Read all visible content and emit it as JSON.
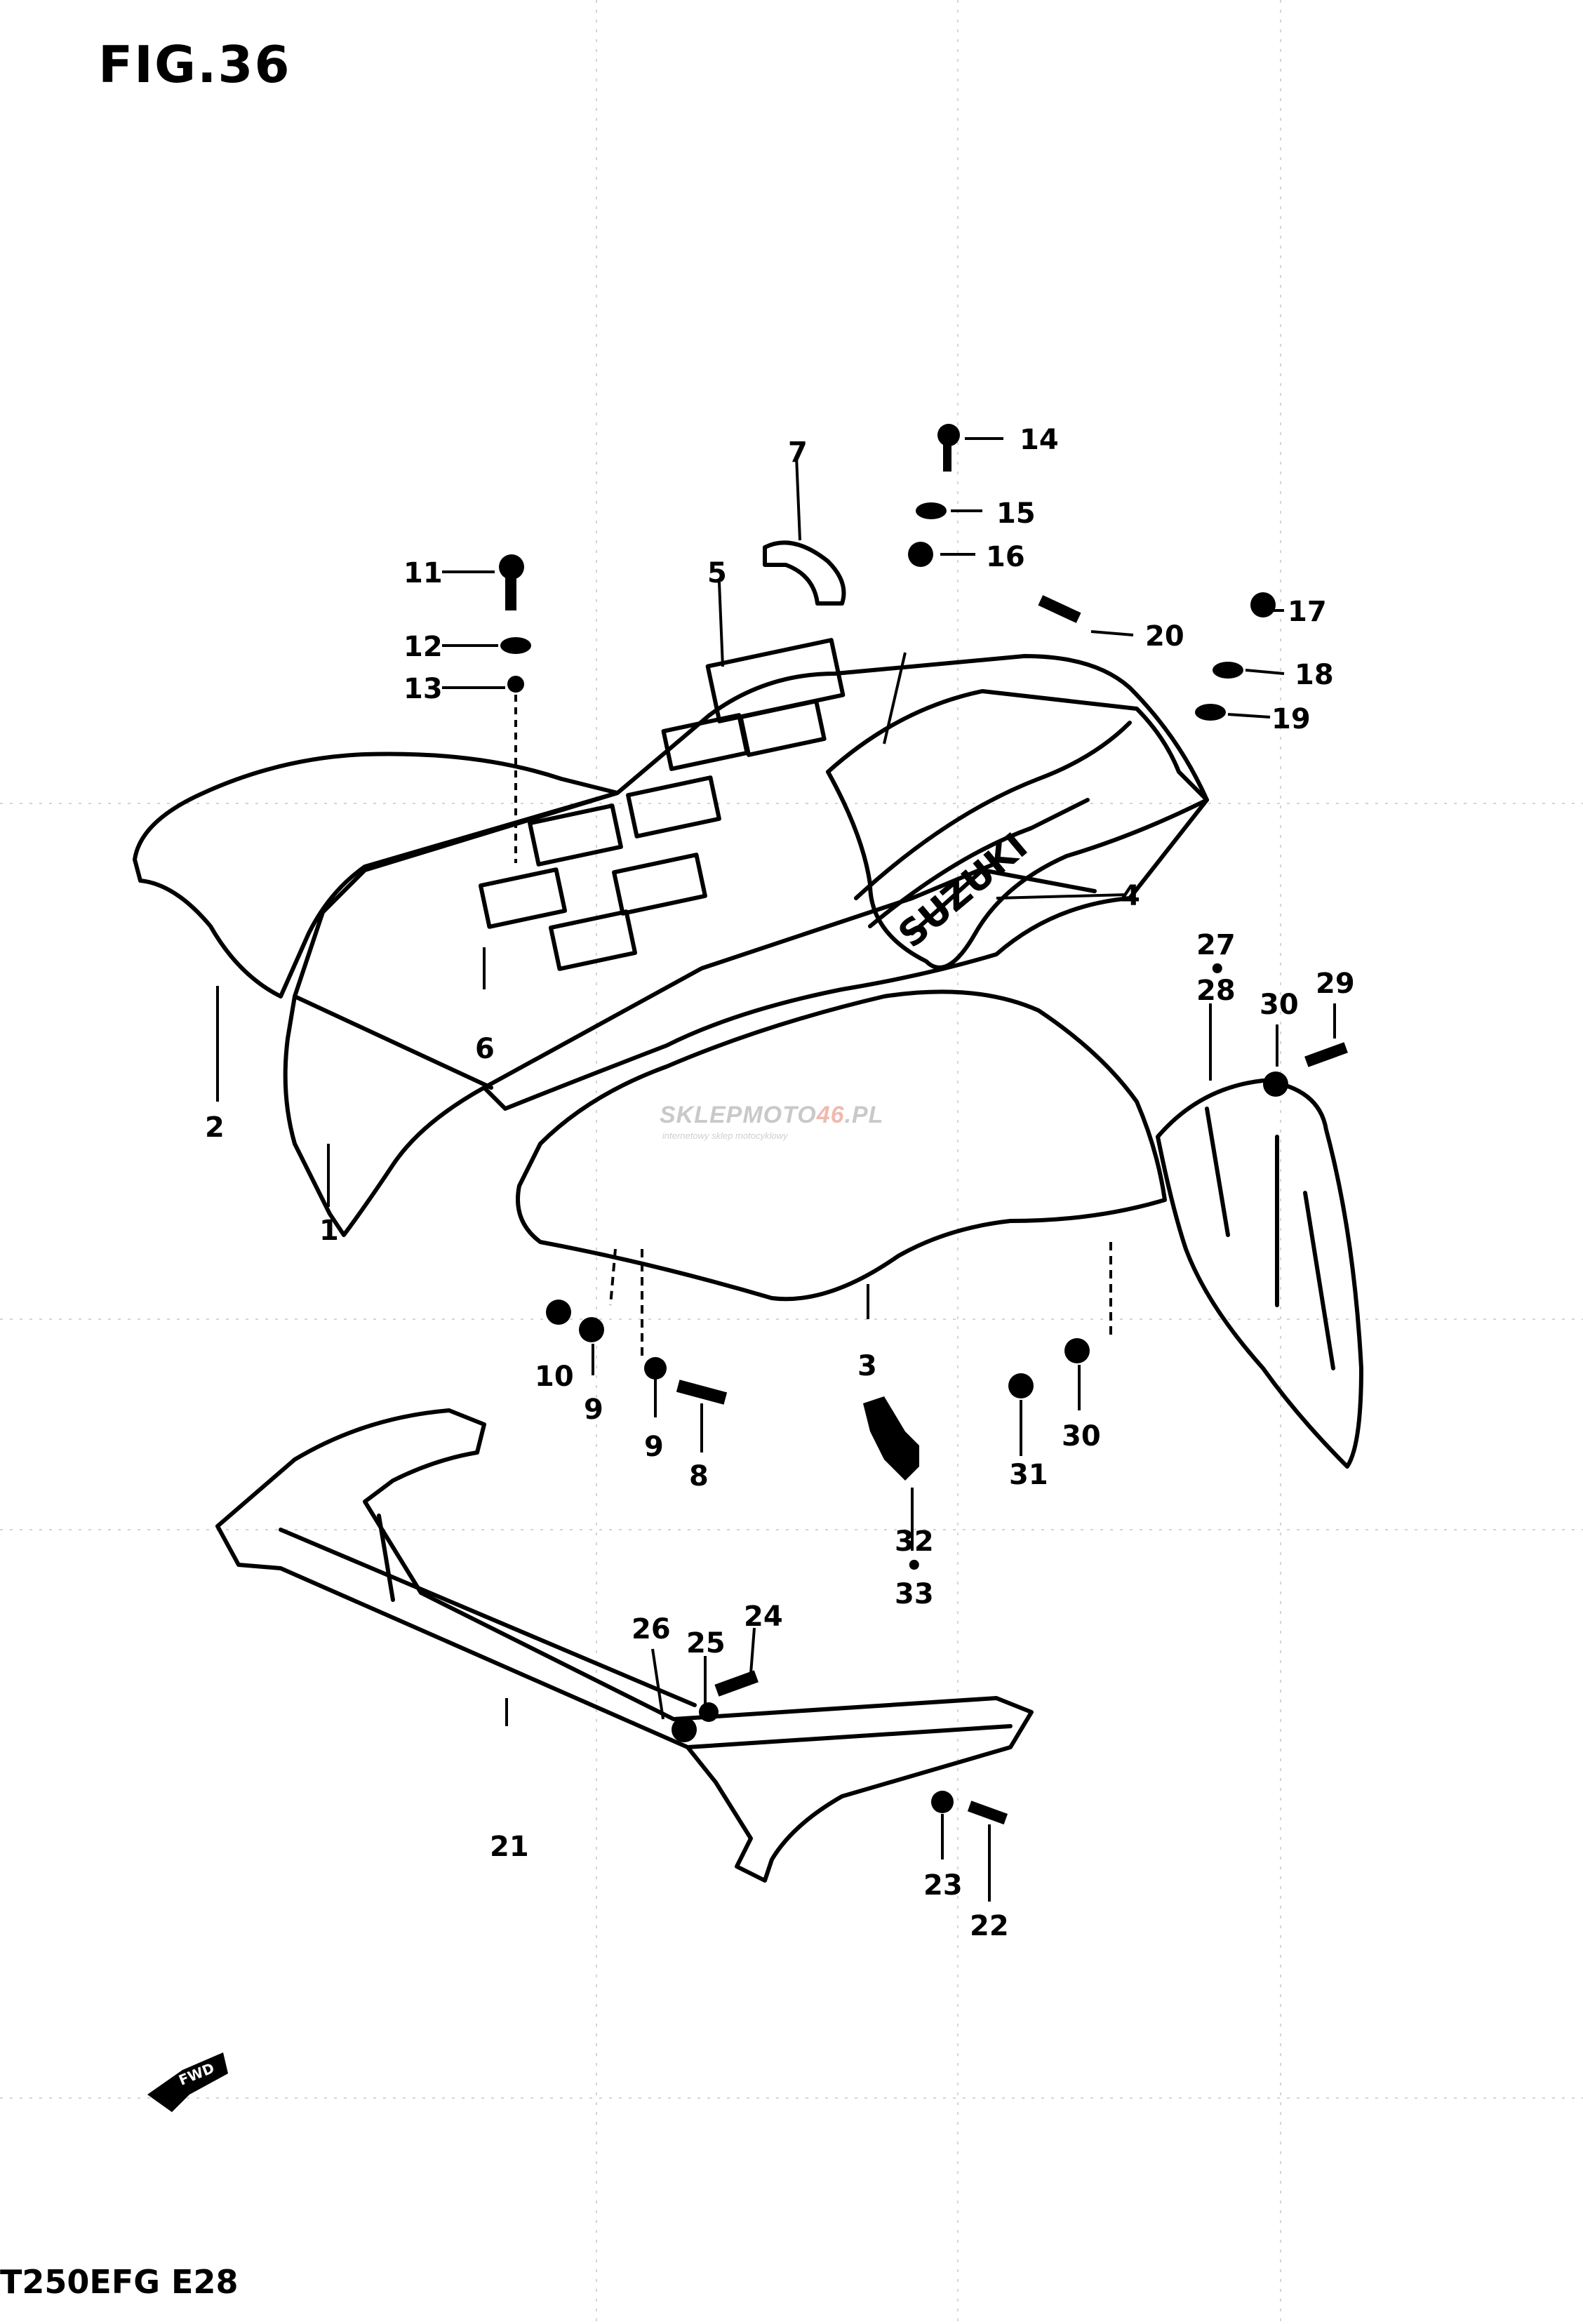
{
  "figure": {
    "title": "FIG.36",
    "model_code": "T250EFG  E28",
    "fwd_label": "FWD",
    "brand_decal": "SUZUKI",
    "watermark_brand": "SKLEPMOTO",
    "watermark_accent": "46",
    "watermark_tld": ".PL",
    "watermark_tagline": "internetowy sklep motocyklowy"
  },
  "callouts": {
    "c1": "1",
    "c2": "2",
    "c3": "3",
    "c4": "4",
    "c5": "5",
    "c6": "6",
    "c7": "7",
    "c8": "8",
    "c9a": "9",
    "c9b": "9",
    "c10": "10",
    "c11": "11",
    "c12": "12",
    "c13": "13",
    "c14": "14",
    "c15": "15",
    "c16": "16",
    "c17": "17",
    "c18": "18",
    "c19": "19",
    "c20": "20",
    "c21": "21",
    "c22": "22",
    "c23": "23",
    "c24": "24",
    "c25": "25",
    "c26": "26",
    "c27": "27",
    "c28": "28",
    "c29": "29",
    "c30a": "30",
    "c30b": "30",
    "c31": "31",
    "c32": "32",
    "c33": "33"
  },
  "colors": {
    "line": "#000000",
    "paper": "#ffffff",
    "grid": "#d4d4d4"
  }
}
